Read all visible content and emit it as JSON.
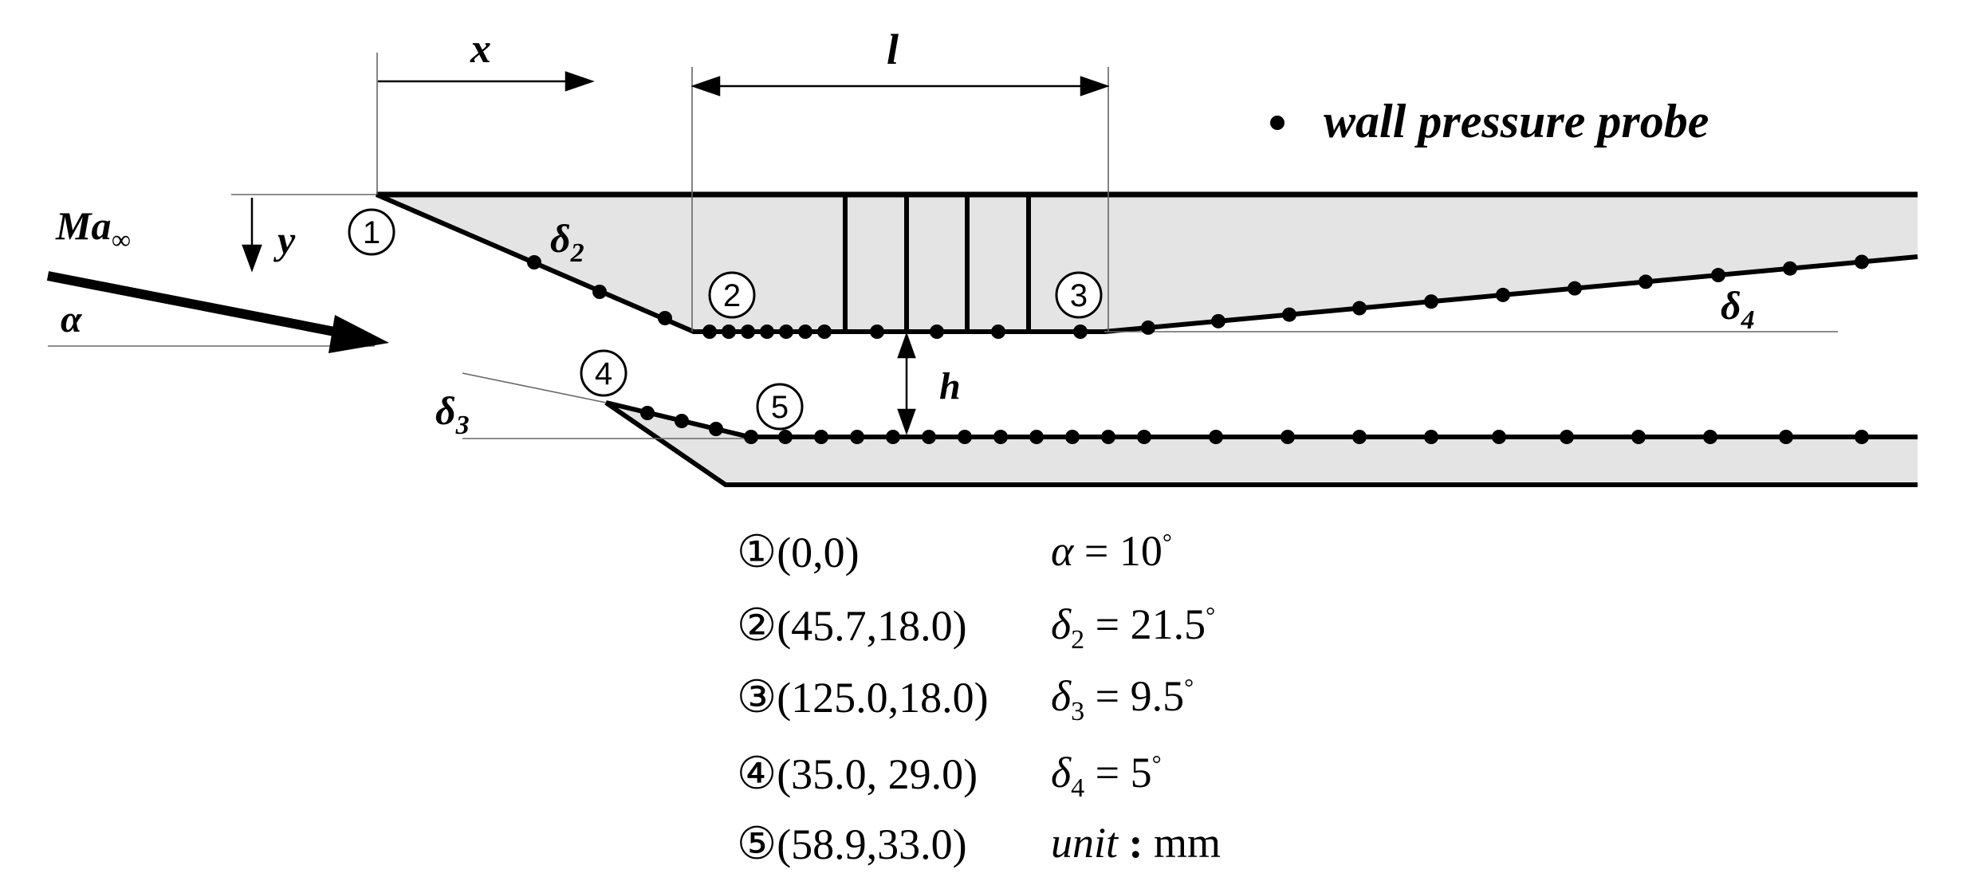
{
  "labels": {
    "x": "x",
    "y": "y",
    "l": "l",
    "h": "h",
    "mach": "Ma",
    "mach_sub": "∞",
    "alpha": "α",
    "delta": "δ",
    "delta2_sub": "2",
    "delta3_sub": "3",
    "delta4_sub": "4",
    "probe_legend": "wall pressure probe"
  },
  "markers": [
    "1",
    "2",
    "3",
    "4",
    "5"
  ],
  "coordinates": [
    {
      "marker": "①",
      "value": "(0,0)"
    },
    {
      "marker": "②",
      "value": "(45.7,18.0)"
    },
    {
      "marker": "③",
      "value": "(125.0,18.0)"
    },
    {
      "marker": "④",
      "value": "(35.0, 29.0)"
    },
    {
      "marker": "⑤",
      "value": "(58.9,33.0)"
    }
  ],
  "parameters": [
    {
      "symbol": "α",
      "sub": "",
      "value": "10",
      "unit_mark": "°"
    },
    {
      "symbol": "δ",
      "sub": "2",
      "value": "21.5",
      "unit_mark": "°"
    },
    {
      "symbol": "δ",
      "sub": "3",
      "value": "9.5",
      "unit_mark": "°"
    },
    {
      "symbol": "δ",
      "sub": "4",
      "value": "5",
      "unit_mark": "°"
    }
  ],
  "unit": {
    "label": "unit",
    "value": "mm"
  }
}
